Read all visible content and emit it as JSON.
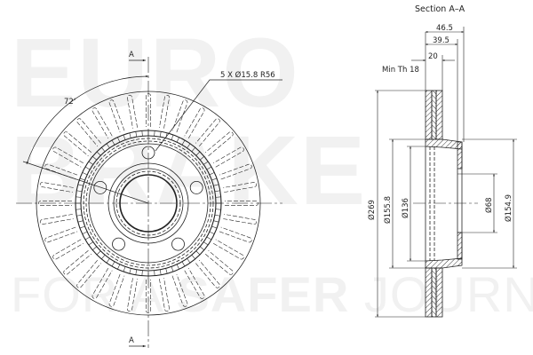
{
  "watermark": {
    "line1": "EURO",
    "line2": "BRAKE",
    "line3_a": "FOR A ",
    "line3_b": "SAFER",
    "line3_c": " JOURNEY",
    "color": "#f1f1f1"
  },
  "front_view": {
    "section_marker_top": "A",
    "section_marker_bottom": "A",
    "angle_label": "72'",
    "bolt_callout": "5  X  Ø15.8  R56"
  },
  "section_view": {
    "title": "Section  A–A",
    "dims": {
      "overall_width": "46.5",
      "hat_width": "39.5",
      "disc_thickness": "20",
      "min_thickness": "Min Th  18",
      "outer_diameter": "Ø269",
      "inner_diameter": "Ø155.8",
      "hat_inner_diameter": "Ø136",
      "center_bore": "Ø68",
      "hat_outer_diameter": "Ø154.9"
    }
  },
  "colors": {
    "line": "#222222",
    "watermark": "#f1f1f1",
    "background": "#ffffff"
  }
}
